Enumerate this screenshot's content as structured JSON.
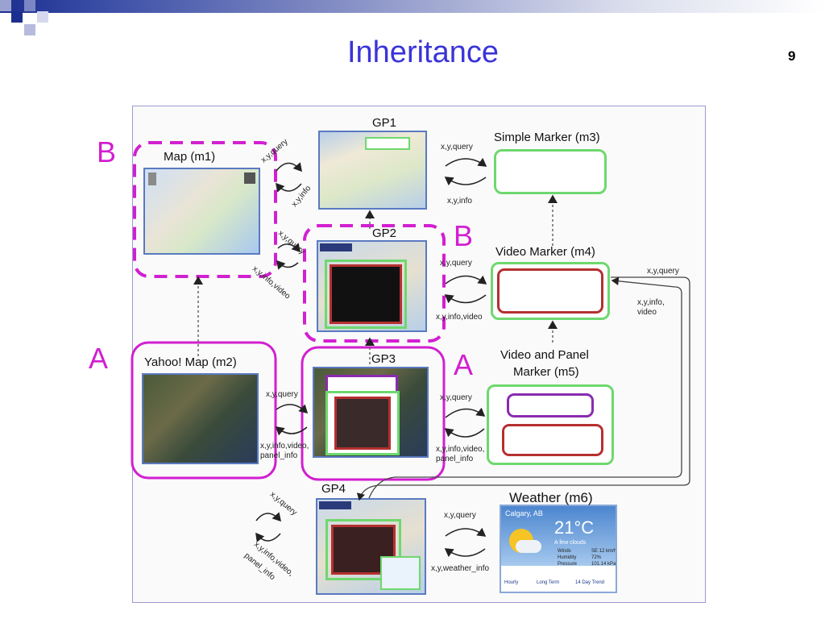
{
  "slide": {
    "title": "Inheritance",
    "number": "9"
  },
  "diagram": {
    "nodes": {
      "m1": "Map (m1)",
      "m2": "Yahoo! Map (m2)",
      "m3": "Simple Marker (m3)",
      "m4": "Video Marker (m4)",
      "m5_line1": "Video and Panel",
      "m5_line2": "Marker (m5)",
      "m6": "Weather (m6)",
      "gp1": "GP1",
      "gp2": "GP2",
      "gp3": "GP3",
      "gp4": "GP4"
    },
    "group_letters": {
      "b1": "B",
      "b2": "B",
      "a1": "A",
      "a2": "A"
    },
    "edge_labels": {
      "m1_query": "x,y,query",
      "m1_info": "x,y,info",
      "gp1_query": "x,y,query",
      "gp1_info": "x,y,info",
      "m1gp2_query": "x,y,query",
      "m1gp2_info": "x,y,info,video",
      "gp2_query": "x,y,query",
      "gp2_info": "x,y,info,video",
      "m4_query": "x,y,query",
      "m4_info1": "x,y,info,",
      "m4_info2": "video",
      "m2_query": "x,y,query",
      "m2_info1": "x,y,info,video,",
      "m2_info2": "panel_info",
      "gp3_query": "x,y,query",
      "gp3_info1": "x,y,info,video,",
      "gp3_info2": "panel_info",
      "gp4_self_query": "x,y,query",
      "gp4_self_info1": "x,y,info,video,",
      "gp4_self_info2": "panel_info",
      "gp4_query": "x,y,query",
      "gp4_info": "x,y,weather_info"
    },
    "weather_widget": {
      "city": "Calgary, AB",
      "temp": "21°C",
      "condition": "A few clouds",
      "wind_label": "Winds",
      "wind_value": "SE 12 km/h",
      "humidity_label": "Humidity",
      "humidity_value": "72%",
      "pressure_label": "Pressure",
      "pressure_value": "101.14 kPa",
      "tab1": "Hourly",
      "tab2": "Long Term",
      "tab3": "14 Day Trend"
    }
  }
}
